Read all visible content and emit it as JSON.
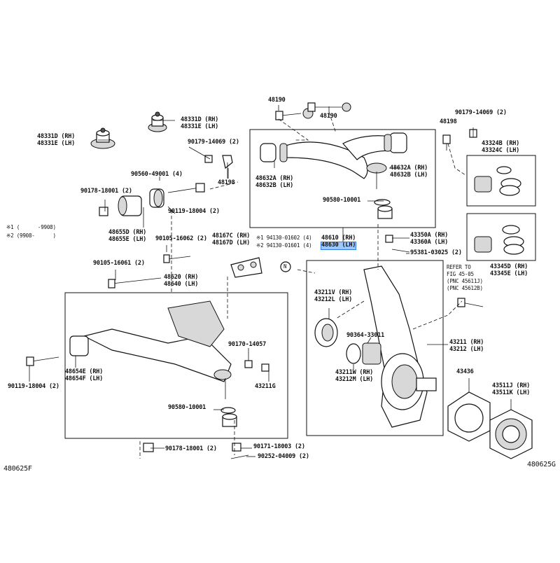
{
  "diagram": {
    "callouts": {
      "c48331D": "48331D (RH)",
      "c48331E": "48331E (LH)",
      "c48331D2": "48331D (RH)",
      "c48331E2": "48331E (LH)",
      "c48190a": "48190",
      "c48190b": "48190",
      "c90179a": "90179-14069 (2)",
      "c48198a": "48198",
      "c90560": "90560-49001 (4)",
      "c90178a": "90178-18001 (2)",
      "c90119a": "90119-18004 (2)",
      "c48655D": "48655D (RH)",
      "c48655E": "48655E (LH)",
      "note1": "※1 (      -9908)",
      "note2": "※2 (9908-      )",
      "c90105a": "90105-16062 (2)",
      "c48167C": "48167C (RH)",
      "c48167D": "48167D (LH)",
      "c94130a": "※1 94130-01602 (4)",
      "c94130b": "※2 94130-01601 (4)",
      "c48610": "48610 (RH)",
      "c48630": "48630 (LH)",
      "c90105b": "90105-16061 (2)",
      "c48620": "48620 (RH)",
      "c48640": "48640 (LH)",
      "c48632A": "48632A (RH)",
      "c48632B": "48632B (LH)",
      "c48632A2": "48632A (RH)",
      "c48632B2": "48632B (LH)",
      "c90580a": "90580-10001",
      "c90179b": "90179-14069 (2)",
      "c48198b": "48198",
      "c43324B": "43324B (RH)",
      "c43324C": "43324C (LH)",
      "c43350A": "43350A (RH)",
      "c43360A": "43360A (LH)",
      "c95381": "95381-03025 (2)",
      "ref1": "REFER TO",
      "ref2": "FIG 45-05",
      "ref3": "(PNC 45611J)",
      "ref4": "(PNC 45612B)",
      "c43345D": "43345D (RH)",
      "c43345E": "43345E (LH)",
      "c43211V": "43211V (RH)",
      "c43212L": "43212L (LH)",
      "c90364": "90364-33011",
      "c43211": "43211 (RH)",
      "c43212": "43212 (LH)",
      "c43211W": "43211W (RH)",
      "c43212M": "43212M (LH)",
      "c43436": "43436",
      "c43511J": "43511J (RH)",
      "c43511K": "43511K (LH)",
      "c90170": "90170-14057",
      "c43211G": "43211G",
      "c90119b": "90119-18004 (2)",
      "c48654E": "48654E (RH)",
      "c48654F": "48654F (LH)",
      "c90580b": "90580-10001",
      "c90178b": "90178-18001 (2)",
      "c90171": "90171-18003 (2)",
      "c90252": "90252-04009 (2)",
      "fig_left": "480625F",
      "fig_right": "480625G",
      "n_marker": "N"
    },
    "highlight_color": "#9cc8ff"
  }
}
